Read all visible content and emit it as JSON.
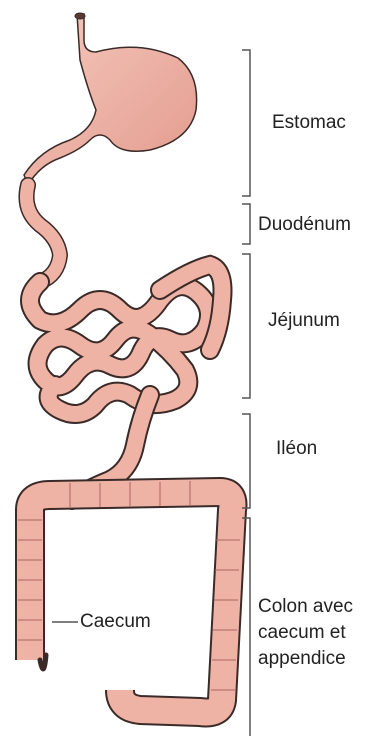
{
  "labels": {
    "stomach": "Estomac",
    "duodenum": "Duodénum",
    "jejunum": "Jéjunum",
    "ileum": "Iléon",
    "colon": "Colon avec\ncaecum et\nappendice",
    "caecum": "Caecum"
  },
  "colors": {
    "organ_fill": "#f0b4a8",
    "organ_fill_dark": "#d98a7c",
    "outline": "#3a2a28",
    "bracket": "#555555"
  }
}
